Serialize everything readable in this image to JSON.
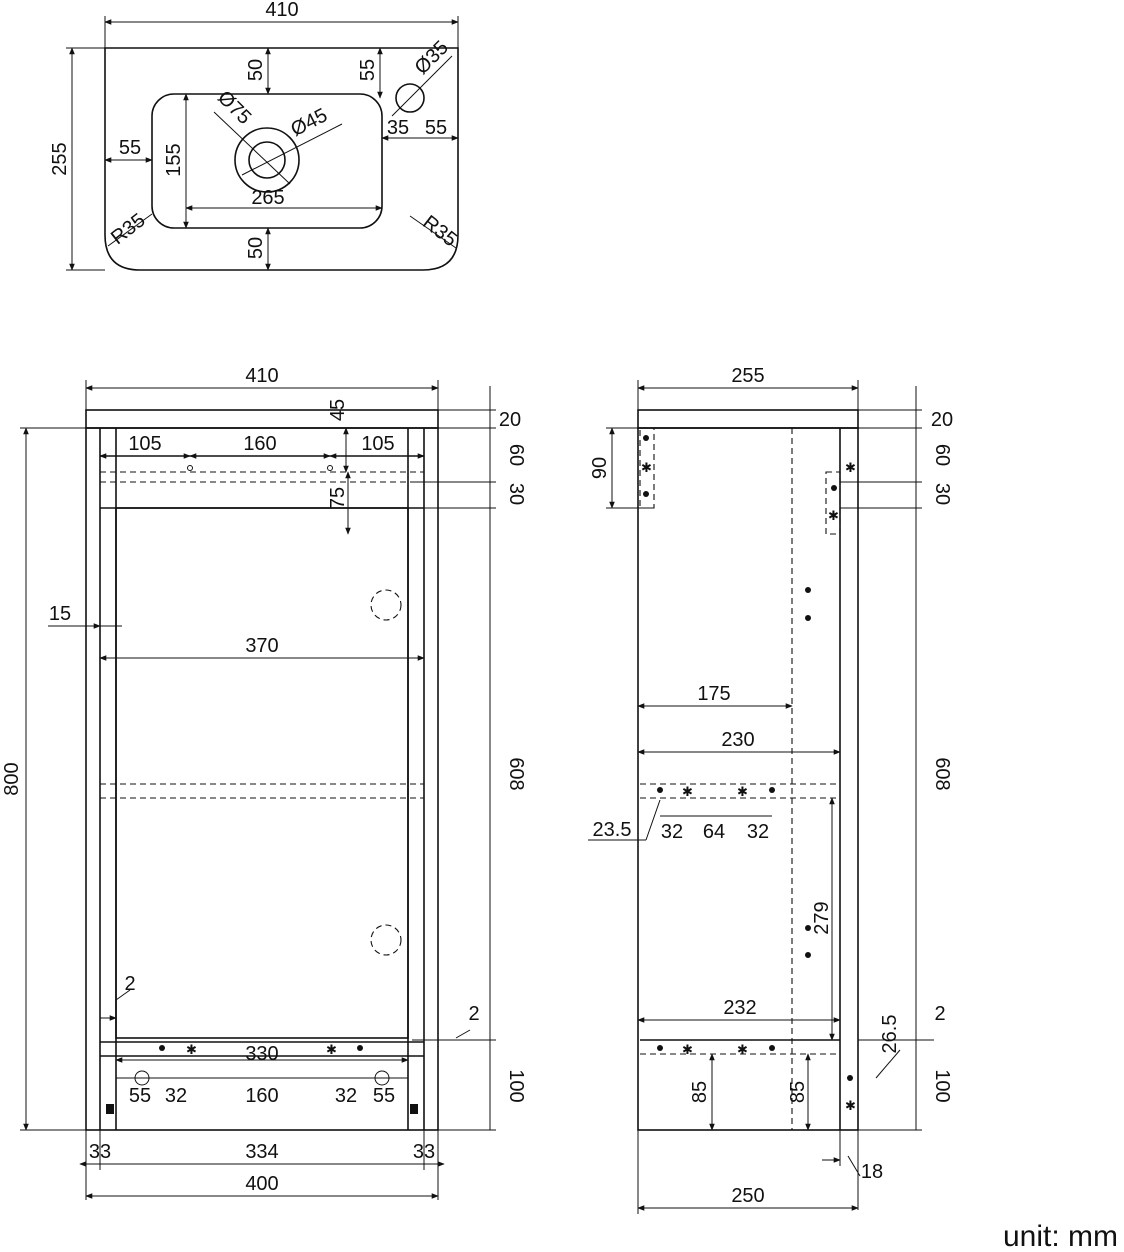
{
  "unit_label": "unit: mm",
  "top_view": {
    "width": "410",
    "depth": "255",
    "top_margin": "50",
    "bottom_margin": "50",
    "left_margin": "55",
    "basin_depth": "155",
    "basin_width": "265",
    "tap_hole_dia": "Ø35",
    "tap_offset_top": "55",
    "tap_offset_x": "35",
    "tap_offset_right": "55",
    "waste_outer_dia": "Ø75",
    "waste_inner_dia": "Ø45",
    "corner_radius_left": "R35",
    "corner_radius_right": "R35"
  },
  "front_view": {
    "overall_width": "410",
    "inner_top_gap": "45",
    "hole_left": "105",
    "hole_center": "160",
    "hole_right": "105",
    "rail_drop": "75",
    "side_gap": "15",
    "inner_width": "370",
    "door_gap": "2",
    "bottom_width": "330",
    "foot_55_left": "55",
    "foot_32_left": "32",
    "foot_center": "160",
    "foot_32_right": "32",
    "foot_55_right": "55",
    "height_total": "800",
    "top_thk": "20",
    "top_rail": "60",
    "rail_30": "30",
    "body_height": "608",
    "plinth": "100",
    "bottom_gap": "2",
    "leg_left": "33",
    "leg_center": "334",
    "leg_right": "33",
    "base_width": "400"
  },
  "side_view": {
    "overall_depth": "255",
    "back_rail": "90",
    "top_thk": "20",
    "top_rail": "60",
    "rail_30": "30",
    "body_height": "608",
    "plinth": "100",
    "shelf_offset": "175",
    "shelf_depth": "230",
    "hinge_offset": "23.5",
    "hinge_32_a": "32",
    "hinge_64": "64",
    "hinge_32_b": "32",
    "drill_279": "279",
    "bottom_depth": "232",
    "gap_2": "2",
    "dim_26_5": "26.5",
    "foot_85_a": "85",
    "foot_85_b": "85",
    "toe_18": "18",
    "base_depth": "250"
  }
}
